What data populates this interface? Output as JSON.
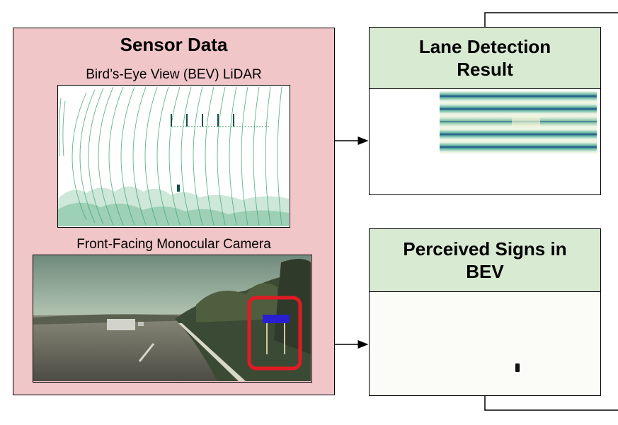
{
  "sensor": {
    "title": "Sensor Data",
    "lidar_label": "Bird’s-Eye View (BEV) LiDAR",
    "camera_label": "Front-Facing Monocular Camera"
  },
  "lane_result": {
    "title_line1": "Lane Detection",
    "title_line2": "Result"
  },
  "signs_result": {
    "title_line1": "Perceived Signs in",
    "title_line2": "BEV"
  },
  "colors": {
    "sensor_bg": "#f1c6c8",
    "result_header_bg": "#d8ead2",
    "lidar_points": "#2e9a63",
    "lane_stripe": "#1e4a8c",
    "highlight_box": "#e01b24",
    "sign_blue": "#2a1fd0"
  }
}
